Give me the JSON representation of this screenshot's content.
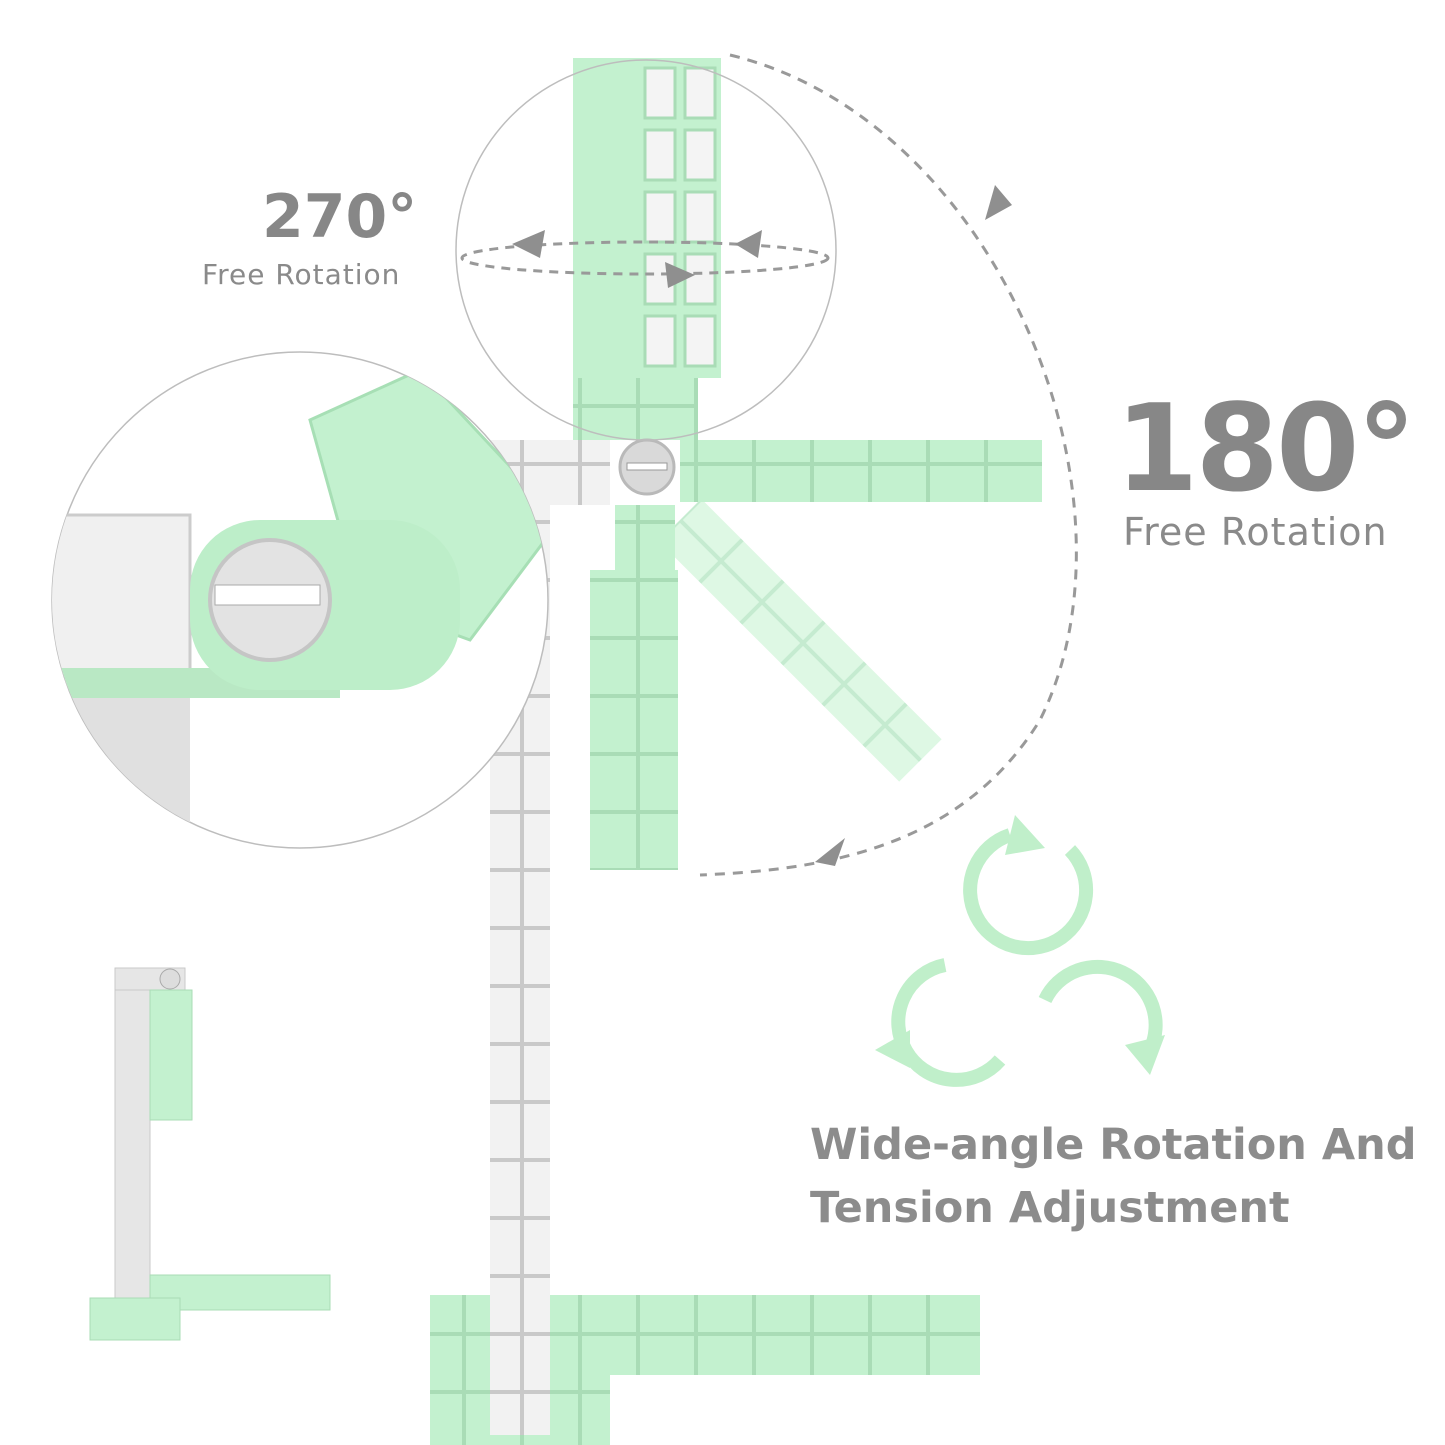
{
  "labels": {
    "rotation_270": {
      "value": "270°",
      "caption": "Free Rotation"
    },
    "rotation_180": {
      "value": "180°",
      "caption": "Free Rotation"
    },
    "feature": {
      "line1": "Wide-angle Rotation And",
      "line2": "Tension Adjustment"
    }
  },
  "colors": {
    "mint": "#c3f1cf",
    "mint_dark": "#a7dfb5",
    "silver": "#e6e6e6",
    "text_gray": "#8a8a8a",
    "arrow_gray": "#8f8f8f"
  },
  "icons": [
    "rotate-arrow-icon",
    "rotation-cycle-icon"
  ]
}
